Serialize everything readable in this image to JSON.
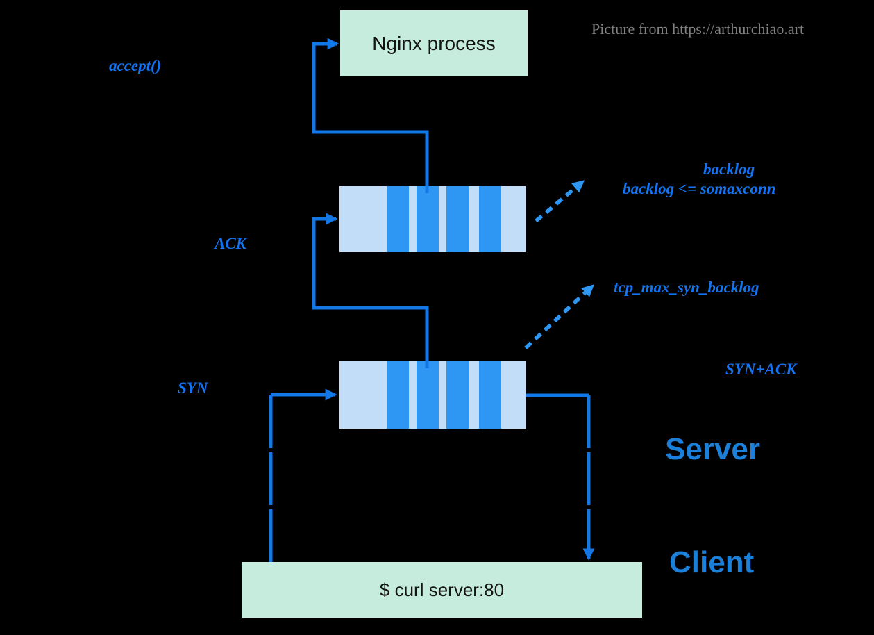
{
  "attribution": {
    "text": "Picture from https://arthurchiao.art"
  },
  "colors": {
    "background": "#000000",
    "arrow_blue": "#1477e6",
    "slot_blue": "#2e97f4",
    "queue_bg": "#c2ddf8",
    "node_bg": "#c5ecdc",
    "node_text": "#141414",
    "label_blue": "#1373f0",
    "endpoint_blue": "#1b80d9",
    "attribution_gray": "#828282"
  },
  "nodes": {
    "nginx": {
      "label": "Nginx process"
    },
    "client_cmd": {
      "label": "$ curl server:80"
    }
  },
  "queues": {
    "accept_queue": {
      "slots_filled": 4
    },
    "syn_queue": {
      "slots_filled": 4
    }
  },
  "labels": {
    "accept_call": "accept()",
    "ack": "ACK",
    "syn": "SYN",
    "backlog": "backlog",
    "backlog_constraint": "backlog <= somaxconn",
    "tcp_max_syn_backlog": "tcp_max_syn_backlog",
    "syn_ack": "SYN+ACK",
    "server": "Server",
    "client": "Client"
  }
}
